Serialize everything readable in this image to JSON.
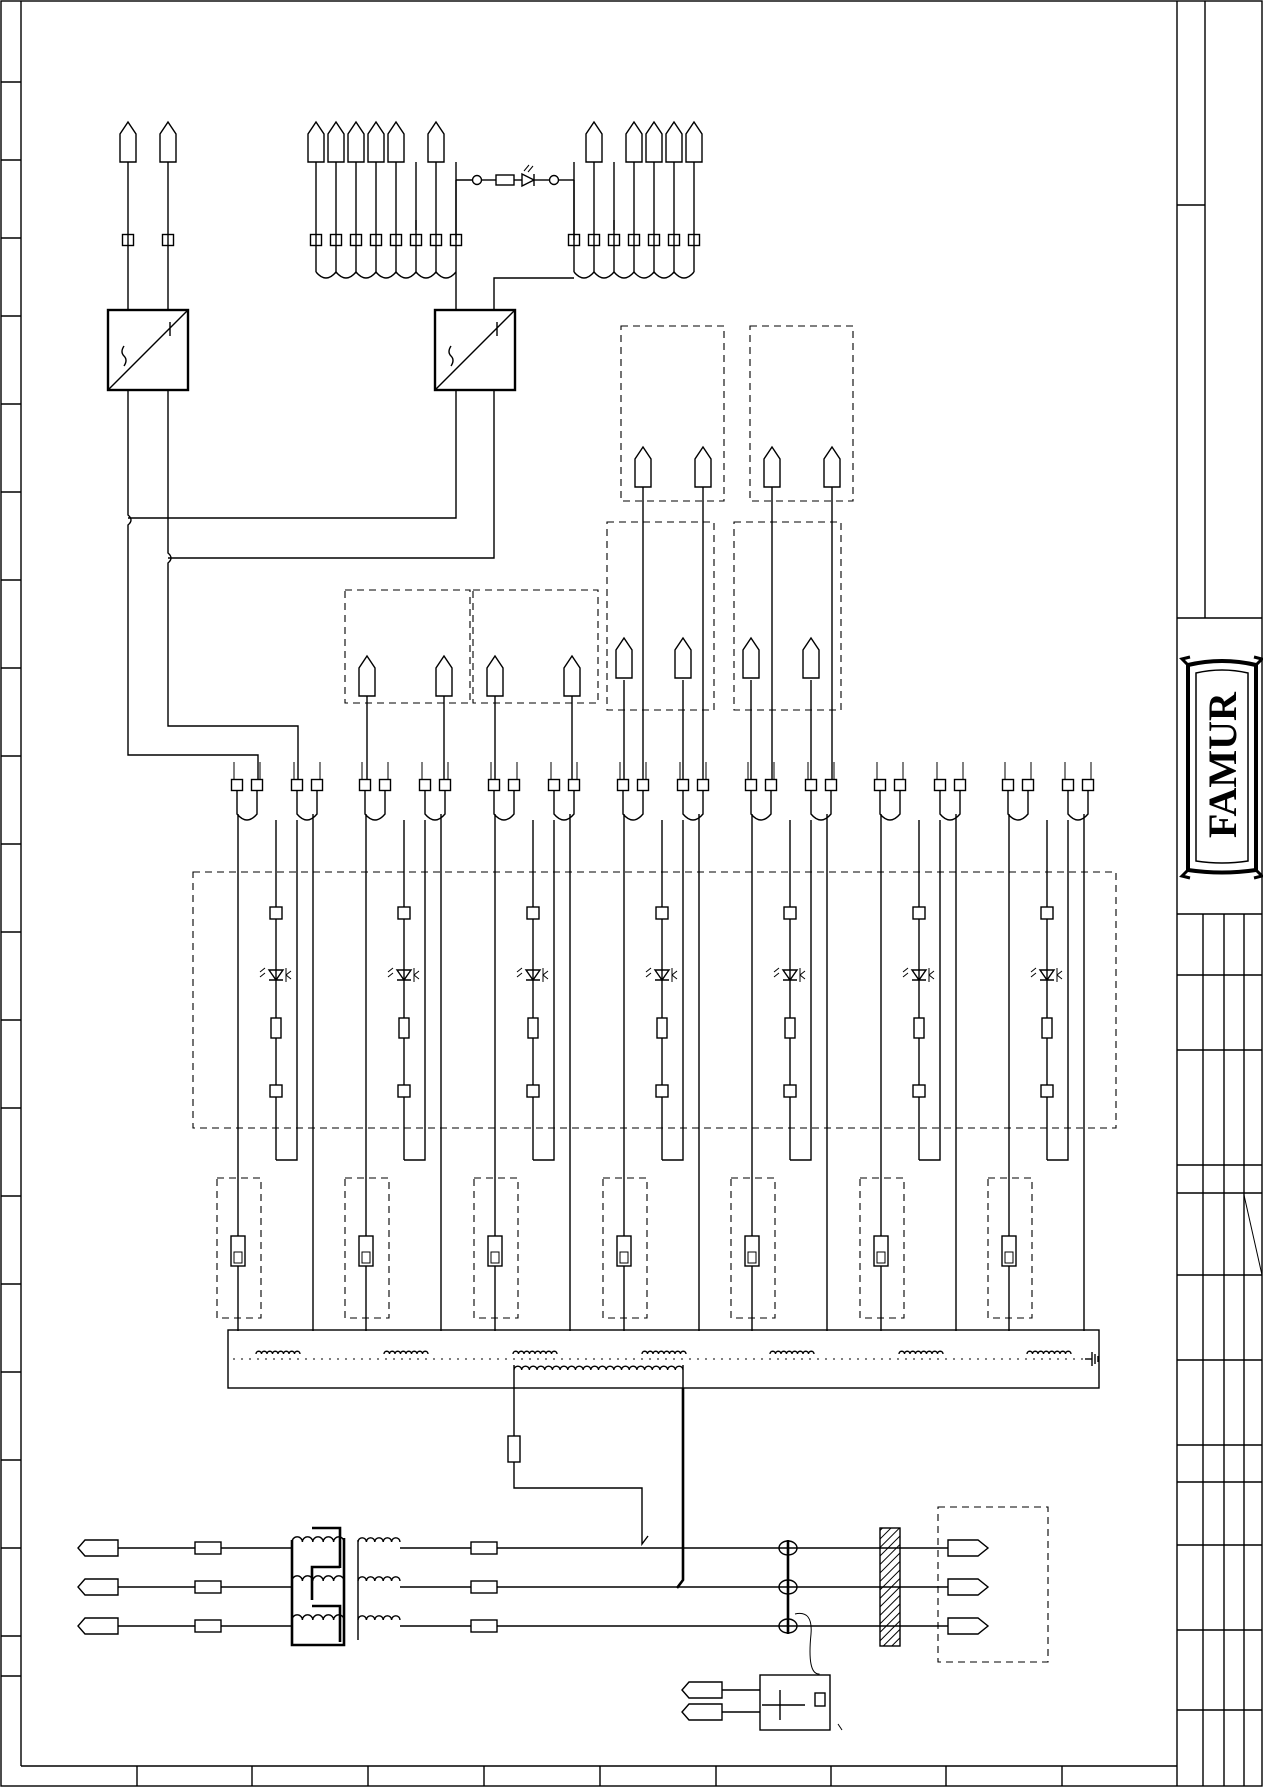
{
  "logo": {
    "text": "FAMUR"
  },
  "colors": {
    "line": "#000000",
    "background": "#ffffff",
    "hatch": "#000000"
  },
  "symbols": [
    "power-supply-ac-dc",
    "terminal",
    "connector-plug",
    "led-indicator",
    "resistor",
    "optocoupler",
    "fuse",
    "transformer",
    "current-transformer",
    "ground",
    "relay-coil",
    "cable-gland"
  ]
}
